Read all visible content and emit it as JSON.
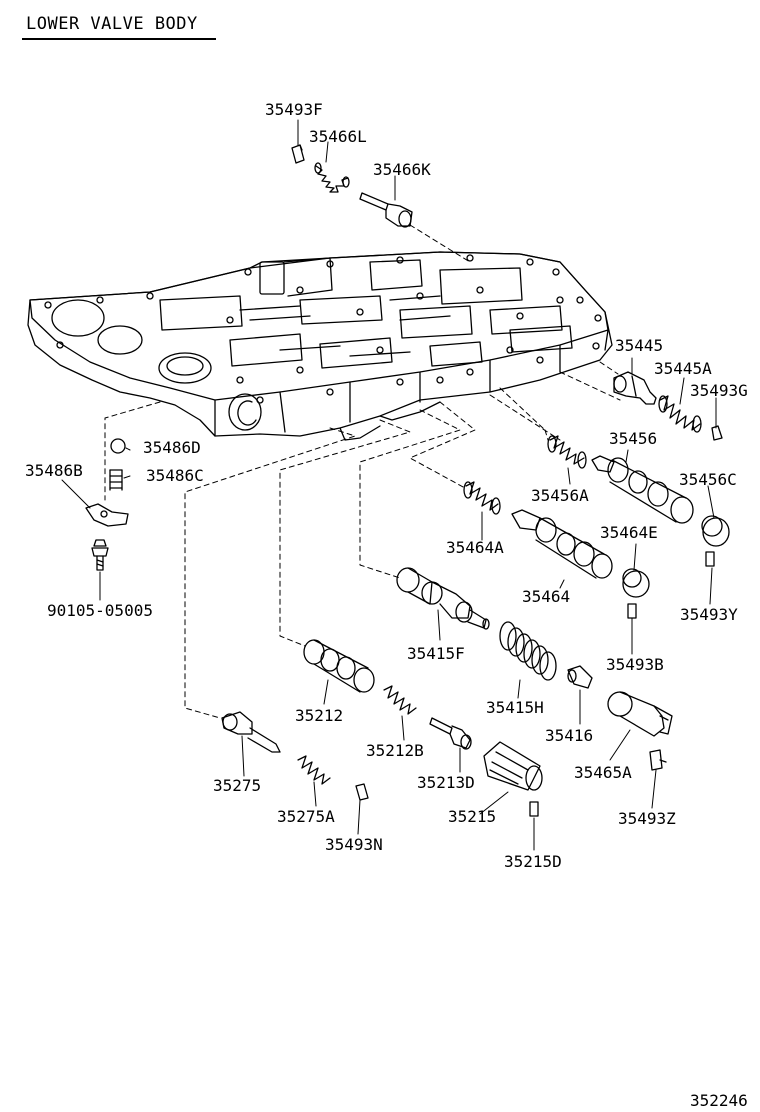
{
  "title": "LOWER VALVE BODY",
  "figure_number": "352246",
  "parts": [
    {
      "id": "p35493F",
      "label": "35493F"
    },
    {
      "id": "p35466L",
      "label": "35466L"
    },
    {
      "id": "p35466K",
      "label": "35466K"
    },
    {
      "id": "p35445",
      "label": "35445"
    },
    {
      "id": "p35445A",
      "label": "35445A"
    },
    {
      "id": "p35493G",
      "label": "35493G"
    },
    {
      "id": "p35456",
      "label": "35456"
    },
    {
      "id": "p35456C",
      "label": "35456C"
    },
    {
      "id": "p35456A",
      "label": "35456A"
    },
    {
      "id": "p35486D",
      "label": "35486D"
    },
    {
      "id": "p35486C",
      "label": "35486C"
    },
    {
      "id": "p35486B",
      "label": "35486B"
    },
    {
      "id": "p35464E",
      "label": "35464E"
    },
    {
      "id": "p35464A",
      "label": "35464A"
    },
    {
      "id": "p35464",
      "label": "35464"
    },
    {
      "id": "p35493Y",
      "label": "35493Y"
    },
    {
      "id": "p90105",
      "label": "90105-05005"
    },
    {
      "id": "p35415F",
      "label": "35415F"
    },
    {
      "id": "p35493B",
      "label": "35493B"
    },
    {
      "id": "p35212",
      "label": "35212"
    },
    {
      "id": "p35415H",
      "label": "35415H"
    },
    {
      "id": "p35416",
      "label": "35416"
    },
    {
      "id": "p35212B",
      "label": "35212B"
    },
    {
      "id": "p35465A",
      "label": "35465A"
    },
    {
      "id": "p35275",
      "label": "35275"
    },
    {
      "id": "p35213D",
      "label": "35213D"
    },
    {
      "id": "p35275A",
      "label": "35275A"
    },
    {
      "id": "p35215",
      "label": "35215"
    },
    {
      "id": "p35493Z",
      "label": "35493Z"
    },
    {
      "id": "p35493N",
      "label": "35493N"
    },
    {
      "id": "p35215D",
      "label": "35215D"
    }
  ]
}
